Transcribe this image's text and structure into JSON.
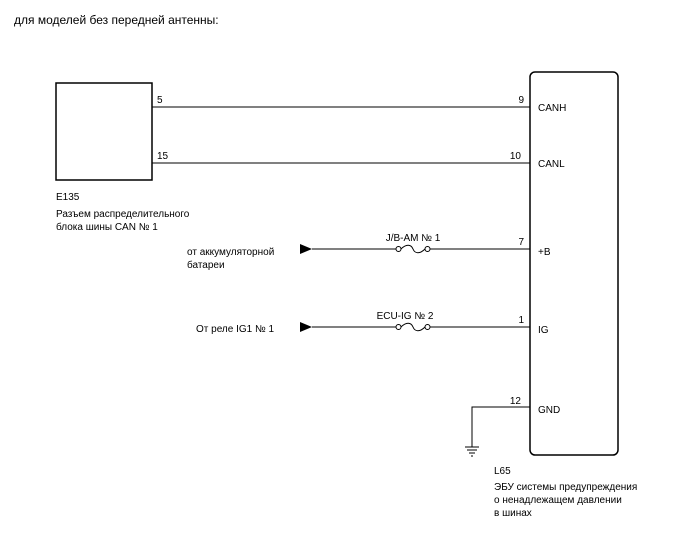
{
  "header": "для моделей без передней антенны:",
  "left_block": {
    "code": "E135",
    "desc_line1": "Разъем распределительного",
    "desc_line2": "блока шины CAN № 1",
    "pin_canh": "5",
    "pin_canl": "15"
  },
  "right_block": {
    "code": "L65",
    "desc_line1": "ЭБУ системы предупреждения",
    "desc_line2": "о ненадлежащем давлении",
    "desc_line3": "в шинах",
    "pins": [
      {
        "num": "9",
        "name": "CANH"
      },
      {
        "num": "10",
        "name": "CANL"
      },
      {
        "num": "7",
        "name": "+B"
      },
      {
        "num": "1",
        "name": "IG"
      },
      {
        "num": "12",
        "name": "GND"
      }
    ]
  },
  "battery": {
    "line1": "от аккумуляторной",
    "line2": "батареи",
    "fuse": "J/B-AM № 1"
  },
  "ignition": {
    "line1": "От реле IG1 № 1",
    "fuse": "ECU-IG № 2"
  }
}
